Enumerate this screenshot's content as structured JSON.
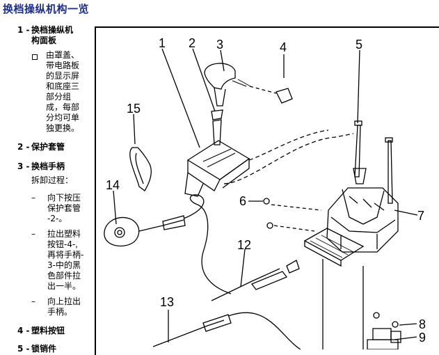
{
  "page_title": "换档操纵机构一览",
  "items": [
    {
      "num": "1 -",
      "label_line1": "换档操纵机",
      "label_line2": "构面板"
    },
    {
      "num": "2 -",
      "label_line1": "保护套管"
    },
    {
      "num": "3 -",
      "label_line1": "换档手柄"
    },
    {
      "num": "4 -",
      "label_line1": "塑料按钮"
    },
    {
      "num": "5 -",
      "label_line1": "锁销件"
    }
  ],
  "note_item1": [
    "由罩盖、",
    "带电路板",
    "的显示屏",
    "和底座三",
    "部分组",
    "成，每部",
    "分均可单",
    "独更换。"
  ],
  "removal_heading": "拆卸过程：",
  "steps": [
    {
      "dash": "–",
      "lines": [
        "向下按压",
        "保护套管",
        "-2-。"
      ]
    },
    {
      "dash": "–",
      "lines": [
        "拉出塑料",
        "按钮-4-,",
        "再将手柄-",
        "3-中的黑",
        "色部件拉",
        "出一半。"
      ]
    },
    {
      "dash": "–",
      "lines": [
        "向上拉出",
        "手柄。"
      ]
    }
  ],
  "callouts": [
    "1",
    "2",
    "3",
    "4",
    "5",
    "6",
    "7",
    "8",
    "9",
    "12",
    "13",
    "14",
    "15"
  ]
}
